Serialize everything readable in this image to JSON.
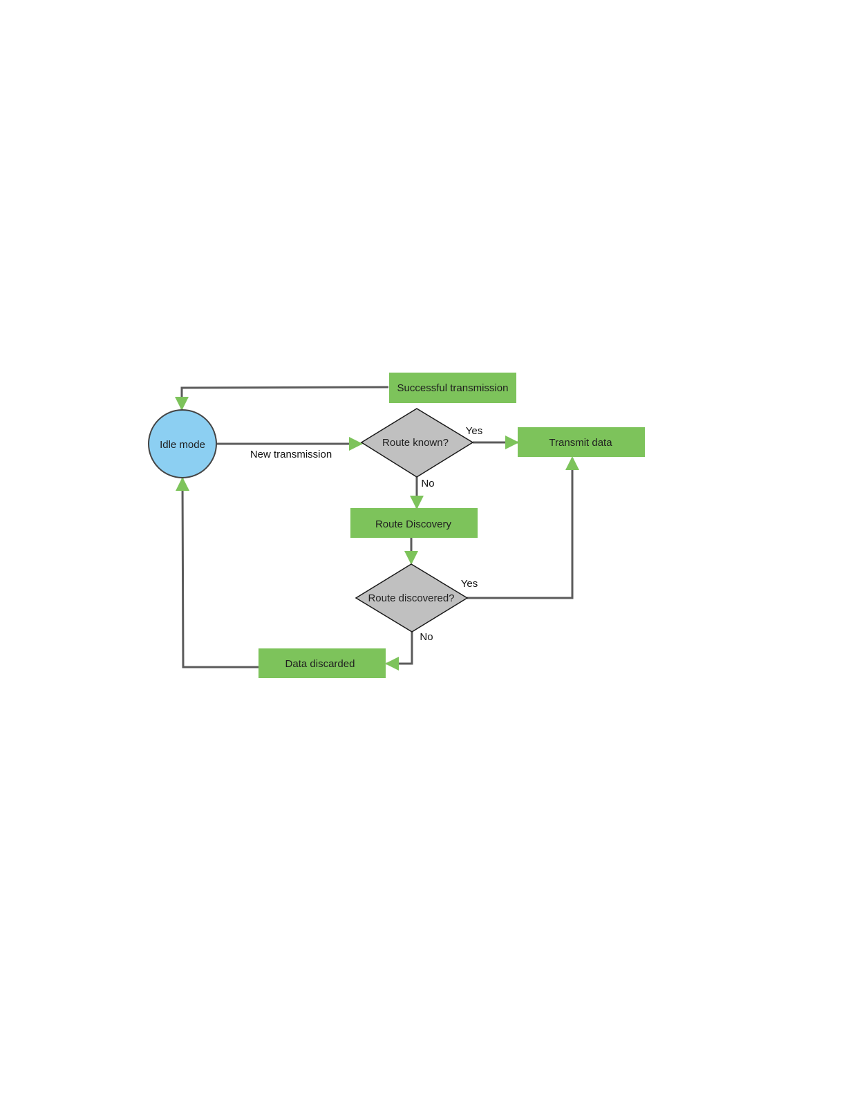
{
  "nodes": {
    "idle_mode": {
      "label": "Idle mode",
      "shape": "circle"
    },
    "route_known": {
      "label": "Route known?",
      "shape": "diamond"
    },
    "transmit_data": {
      "label": "Transmit data",
      "shape": "rectangle"
    },
    "successful_transmission": {
      "label": "Successful transmission",
      "shape": "rectangle"
    },
    "route_discovery": {
      "label": "Route Discovery",
      "shape": "rectangle"
    },
    "route_discovered": {
      "label": "Route discovered?",
      "shape": "diamond"
    },
    "data_discarded": {
      "label": "Data discarded",
      "shape": "rectangle"
    }
  },
  "edges": {
    "new_transmission": {
      "from": "idle_mode",
      "to": "route_known",
      "label": "New transmission"
    },
    "known_yes": {
      "from": "route_known",
      "to": "transmit_data",
      "label": "Yes"
    },
    "known_no": {
      "from": "route_known",
      "to": "route_discovery",
      "label": "No"
    },
    "discovery_to_check": {
      "from": "route_discovery",
      "to": "route_discovered",
      "label": ""
    },
    "discovered_yes": {
      "from": "route_discovered",
      "to": "transmit_data",
      "label": "Yes"
    },
    "discovered_no": {
      "from": "route_discovered",
      "to": "data_discarded",
      "label": "No"
    },
    "discarded_to_idle": {
      "from": "data_discarded",
      "to": "idle_mode",
      "label": ""
    },
    "success_to_idle": {
      "from": "successful_transmission",
      "to": "idle_mode",
      "label": ""
    }
  },
  "colors": {
    "process_fill": "#7dc35b",
    "decision_fill": "#c0c0c0",
    "state_fill": "#8ccff2",
    "outline": "#444444",
    "connector": "#5b5b5b",
    "arrowhead": "#7dc35b",
    "background": "#ffffff"
  }
}
